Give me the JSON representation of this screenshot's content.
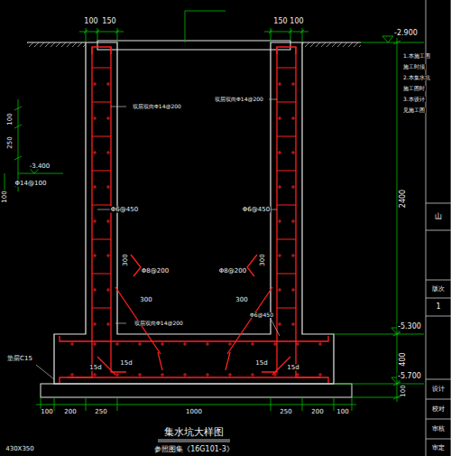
{
  "diagram": {
    "title": "集水坑大样图",
    "caption": "参照图集《16G101-3》",
    "labels": [
      "100",
      "150",
      "150",
      "100",
      "-2.900",
      "1.本施工图",
      "施工时须",
      "2.本集水坑",
      "施工图时",
      "3.本设计",
      "见施工图",
      "100",
      "250",
      "-3.400",
      "Φ14@100",
      "100",
      "双层双向Φ14@200",
      "双层双向Φ14@200",
      "Φ6@450",
      "Φ6@450",
      "2400",
      "300",
      "Φ8@200",
      "300",
      "300",
      "Φ8@200",
      "300",
      "双层双向Φ14@200",
      "Φ6@450",
      "-5.300",
      "400",
      "-5.700",
      "100",
      "15d",
      "15d",
      "15d",
      "15d",
      "垫层C15",
      "100",
      "200",
      "250",
      "1000",
      "250",
      "200",
      "100",
      "430X350",
      "山",
      "版次",
      "1",
      "设计",
      "校对",
      "审核",
      "审定"
    ]
  }
}
